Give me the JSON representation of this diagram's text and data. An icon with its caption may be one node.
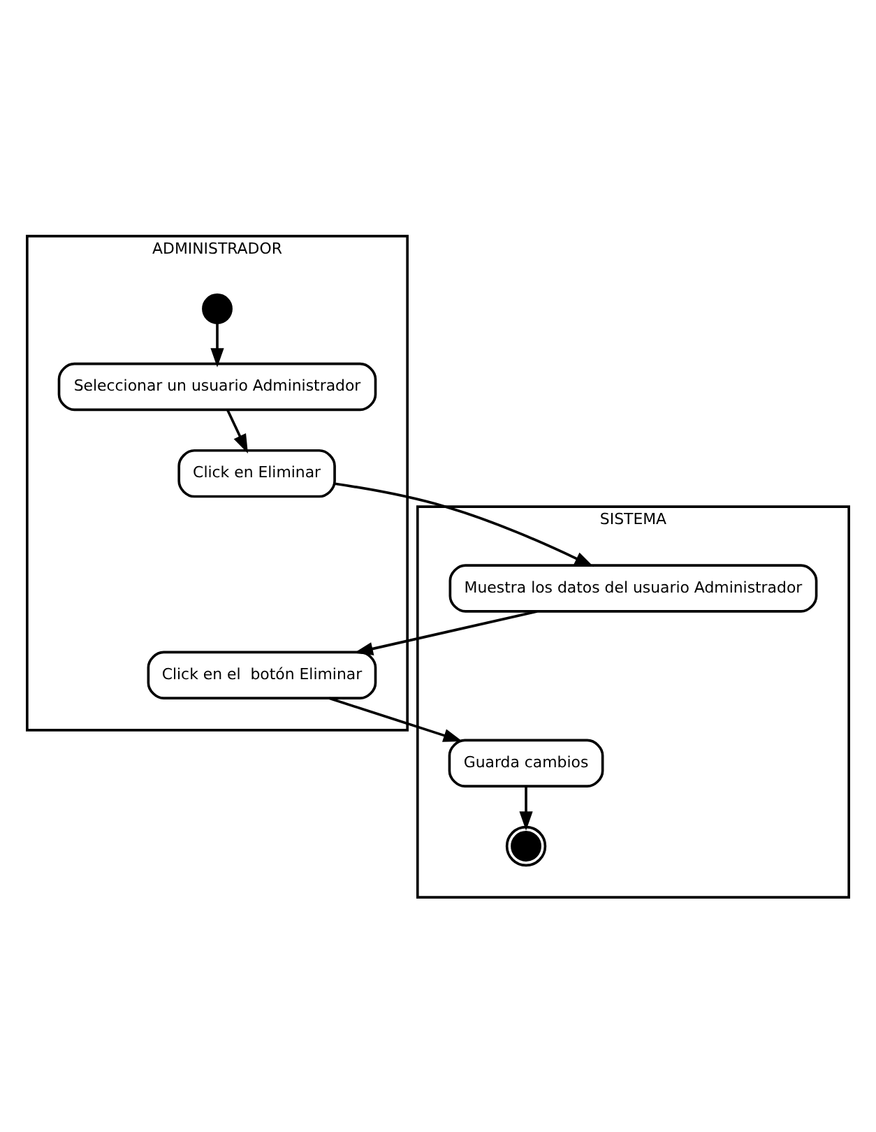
{
  "diagram": {
    "nodes": [
      {
        "text": [
          "ADMINISTRADOR"
        ]
      },
      {
        "text": [
          "SISTEMA"
        ]
      },
      {
        "text": [],
        "shape": "circle",
        "in": 0
      },
      {
        "text": [
          "Seleccionar un usuario Administrador"
        ],
        "in": 0
      },
      {
        "text": [
          "Click en Eliminar"
        ],
        "in": 0
      },
      {
        "text": [
          "Muestra los datos del usuario Administrador"
        ],
        "in": 1
      },
      {
        "text": [
          "Click en el  botón Eliminar"
        ],
        "in": 0
      },
      {
        "text": [
          "Guarda cambios"
        ],
        "in": 1
      },
      {
        "text": [],
        "shape": "circle",
        "in": 1
      }
    ],
    "edges": [
      {
        "from": 2,
        "to": 3,
        "arrow": "to"
      },
      {
        "from": 3,
        "to": 4,
        "arrow": "to"
      },
      {
        "from": 4,
        "to": 5,
        "arrow": "to"
      },
      {
        "from": 5,
        "to": 6,
        "arrow": "to"
      },
      {
        "from": 6,
        "to": 7,
        "arrow": "to"
      },
      {
        "from": 7,
        "to": 8,
        "arrow": "to"
      }
    ]
  }
}
